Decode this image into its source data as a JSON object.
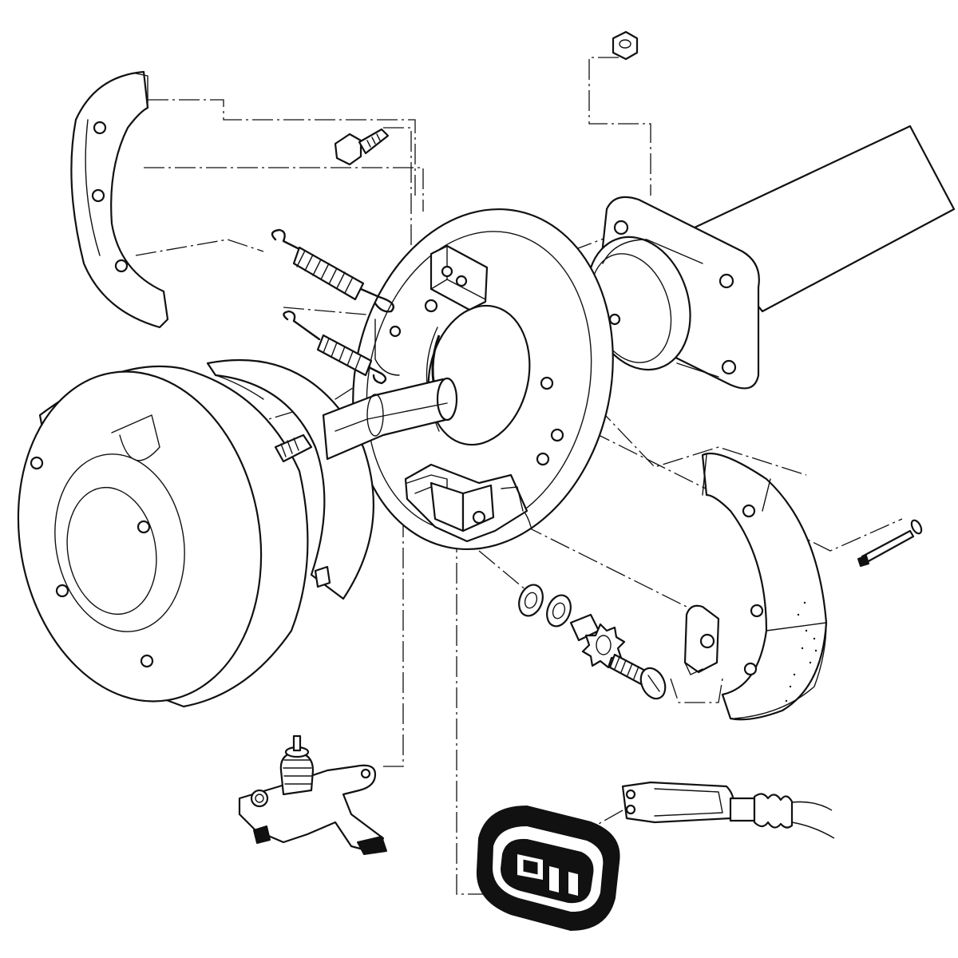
{
  "diagram": {
    "type": "exploded-assembly",
    "title": "",
    "colors": {
      "ink": "#111111",
      "paper": "#ffffff"
    },
    "parts": [
      "brake-shoe-upper",
      "brake-shoe-lower",
      "brake-drum",
      "backing-plate",
      "axle-housing-flange",
      "axle-tube",
      "flange-bolt",
      "hex-nut",
      "return-spring-upper",
      "return-spring-lower",
      "wheel-cylinder",
      "adjuster-star-wheel",
      "adjuster-screw",
      "washer-pair",
      "retainer-clip",
      "hold-down-pin",
      "parking-brake-lever",
      "cable-clevis",
      "parking-brake-cable",
      "rubber-boot-grommet"
    ]
  }
}
